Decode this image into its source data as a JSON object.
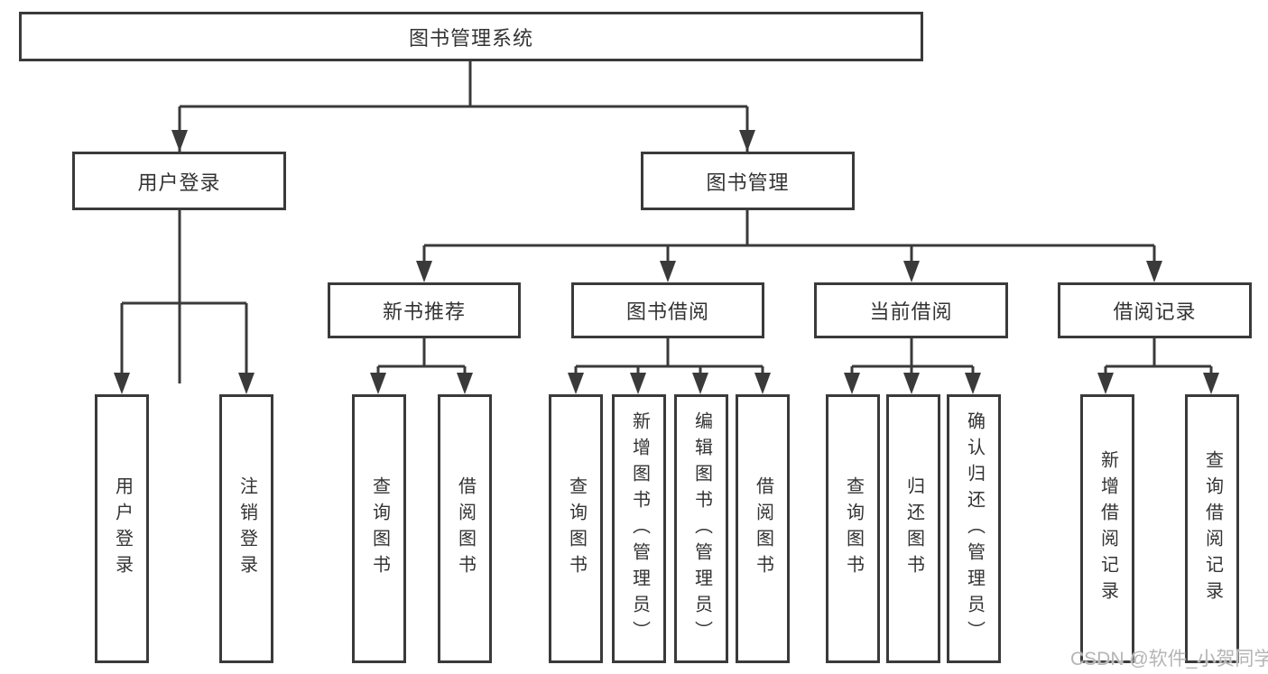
{
  "colors": {
    "line": "#3a3a3a",
    "text": "#333333",
    "background": "#ffffff",
    "watermark": "#b5b5b5"
  },
  "tree": {
    "root": {
      "label": "图书管理系统"
    },
    "level2": [
      {
        "label": "用户登录"
      },
      {
        "label": "图书管理"
      }
    ],
    "level3": [
      {
        "label": "新书推荐"
      },
      {
        "label": "图书借阅"
      },
      {
        "label": "当前借阅"
      },
      {
        "label": "借阅记录"
      }
    ],
    "leaves": {
      "login": [
        "用户登录",
        "注销登录"
      ],
      "recommend": [
        "查询图书",
        "借阅图书"
      ],
      "borrow": [
        "查询图书",
        "新增图书（管理员）",
        "编辑图书（管理员）",
        "借阅图书"
      ],
      "current": [
        "查询图书",
        "归还图书",
        "确认归还（管理员）"
      ],
      "records": [
        "新增借阅记录",
        "查询借阅记录"
      ]
    }
  },
  "watermark": {
    "text": "CSDN @软件_小贺同学"
  }
}
